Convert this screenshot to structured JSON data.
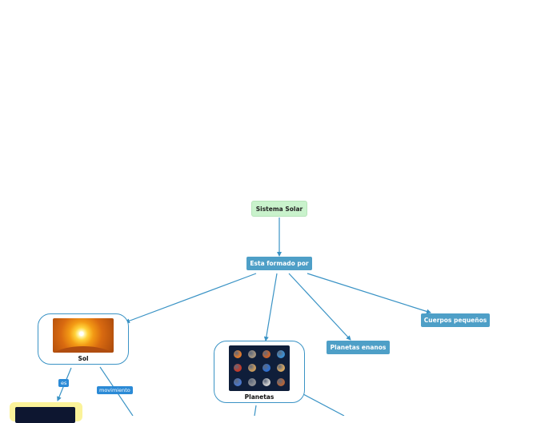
{
  "diagram": {
    "root": {
      "label": "Sistema Solar"
    },
    "esta_formado_por": {
      "label": "Esta formado por"
    },
    "sol": {
      "label": "Sol",
      "image": "sun-image"
    },
    "planetas": {
      "label": "Planetas",
      "image": "planets-image"
    },
    "planetas_enanos": {
      "label": "Planetas enanos"
    },
    "cuerpos_pequenos": {
      "label": "Cuerpos pequeños"
    },
    "edge_labels": {
      "es": "es",
      "movimiento": "movimiento"
    },
    "child_of_sol": {
      "image": "dark-space-image"
    }
  },
  "colors": {
    "root_fill": "#c9f2cc",
    "node_fill": "#4e9fc7",
    "edge": "#3a93c5",
    "edge_label_fill": "#2b8ad6",
    "yellow_node": "#fbf39a"
  },
  "planet_colors": [
    "#e07a2c",
    "#a3937f",
    "#c9622b",
    "#3d8fd1",
    "#c23a2a",
    "#c89a5c",
    "#2f6fd0",
    "#d7a65f",
    "#4a76c9",
    "#8d8f94",
    "#cfcfd0",
    "#b0643a"
  ]
}
